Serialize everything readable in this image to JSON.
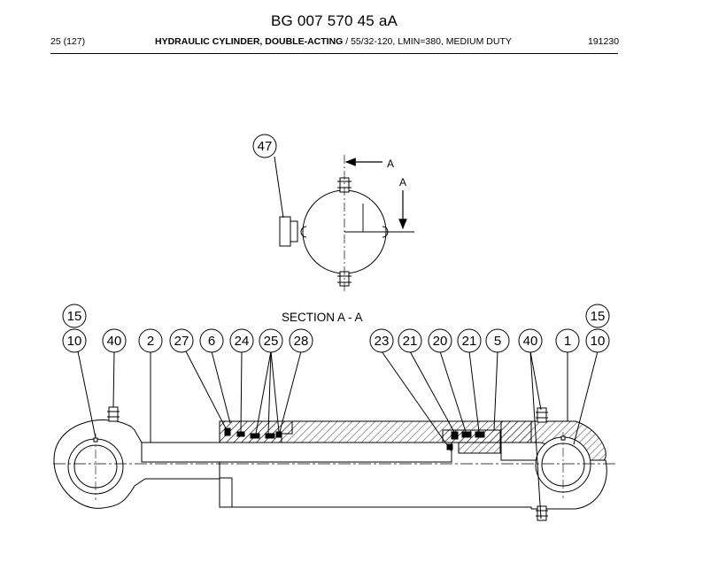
{
  "header": {
    "doc_title": "BG 007 570 45 aA",
    "page": "25 (127)",
    "title_bold": "HYDRAULIC CYLINDER, DOUBLE-ACTING",
    "title_rest": " / 55/32-120, LMIN=380, MEDIUM DUTY",
    "code": "191230"
  },
  "drawing": {
    "section_label": "SECTION A - A",
    "section_arrow_a1": "A",
    "section_arrow_a2": "A",
    "callouts": {
      "c47": "47",
      "c15_left": "15",
      "c10_left": "10",
      "c40_left": "40",
      "c2": "2",
      "c27": "27",
      "c6": "6",
      "c24": "24",
      "c25": "25",
      "c28": "28",
      "c23": "23",
      "c21_a": "21",
      "c20": "20",
      "c21_b": "21",
      "c5": "5",
      "c40_right": "40",
      "c1": "1",
      "c10_right": "10",
      "c15_right": "15"
    }
  }
}
